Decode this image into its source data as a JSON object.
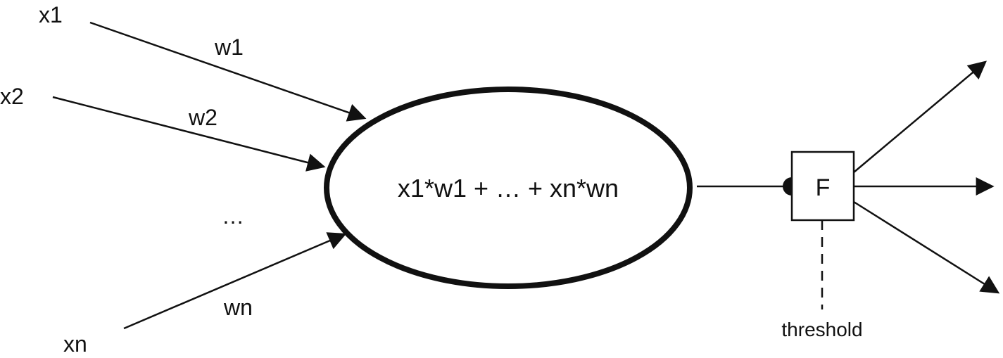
{
  "inputs": [
    {
      "label": "x1",
      "weight": "w1"
    },
    {
      "label": "x2",
      "weight": "w2"
    },
    {
      "label": "xn",
      "weight": "wn"
    }
  ],
  "ellipsis": "…",
  "neuron": {
    "formula": "x1*w1 + … + xn*wn"
  },
  "activation": {
    "label": "F",
    "threshold_label": "threshold"
  },
  "colors": {
    "stroke": "#111111",
    "background": "#ffffff"
  }
}
